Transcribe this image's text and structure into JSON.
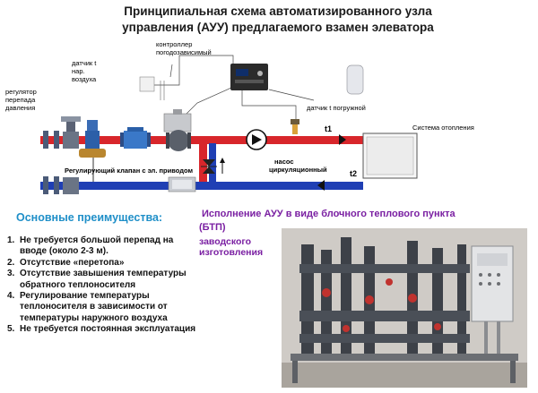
{
  "title": {
    "line1": "Принципиальная схема автоматизированного узла",
    "line2": "управления (АУУ) предлагаемого взамен элеватора"
  },
  "labels": {
    "controller": [
      "контроллер",
      "погодозависимый"
    ],
    "outdoor_sensor": [
      "датчик t",
      "нар.",
      "воздуха"
    ],
    "pressure_regulator": [
      "регулятор",
      "перепада",
      "давления"
    ],
    "immersion_sensor": "датчик t погружной",
    "heating_system": "Система отопления",
    "control_valve": "Регулирующий клапан с эл. приводом",
    "pump": [
      "насос",
      "циркуляционный"
    ],
    "t1": "t1",
    "t2": "t2"
  },
  "advantages": {
    "heading": "Основные преимущества:",
    "items": [
      {
        "num": "1.",
        "text": "Не требуется большой перепад на вводе (около 2-3 м)."
      },
      {
        "num": "2.",
        "text": "Отсутствие «перетопа»"
      },
      {
        "num": "3.",
        "text": "Отсутствие завышения температуры обратного теплоносителя"
      },
      {
        "num": "4.",
        "text": "Регулирование температуры теплоносителя в зависимости от температуры наружного воздуха"
      },
      {
        "num": "5.",
        "text": "Не требуется постоянная эксплуатация"
      }
    ]
  },
  "execution": {
    "heading": "Исполнение АУУ в виде блочного теплового пункта",
    "btp": "(БТП)",
    "factory": "заводского изготовления"
  },
  "colors": {
    "supply": "#d8262b",
    "return": "#1f3fb4",
    "accent_blue": "#1f8fc8",
    "accent_purple": "#7a1fa2"
  }
}
